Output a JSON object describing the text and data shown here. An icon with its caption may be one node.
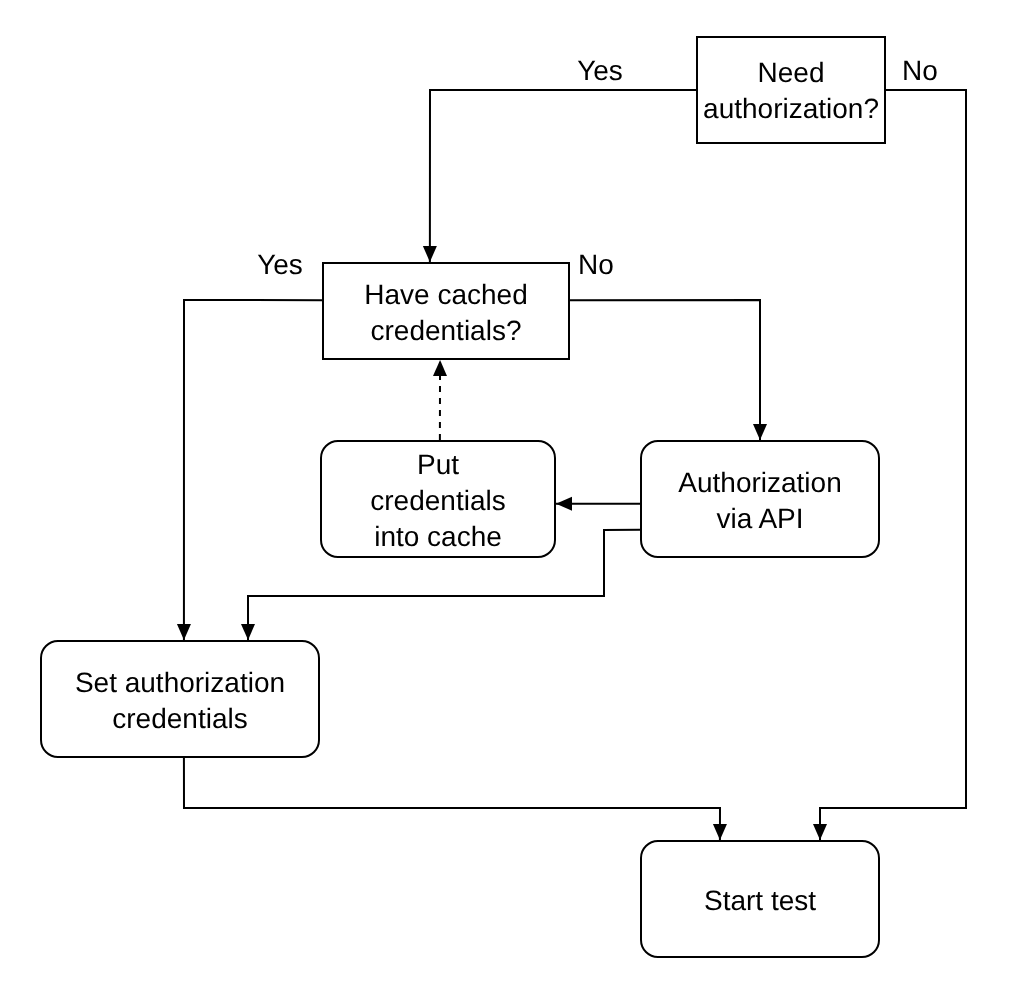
{
  "diagram": {
    "nodes": [
      {
        "text": [
          "Need authorization?"
        ]
      },
      {
        "text": [
          "Have cached credentials?"
        ]
      },
      {
        "text": [
          "Put credentials into cache"
        ]
      },
      {
        "text": [
          "Authorization via API"
        ]
      },
      {
        "text": [
          "Set authorization credentials"
        ]
      },
      {
        "text": [
          "Start test"
        ]
      }
    ],
    "edges": [
      {
        "from": 0,
        "to": 1,
        "arrow": "to",
        "label": "Yes"
      },
      {
        "from": 0,
        "to": 5,
        "arrow": "to",
        "label": "No"
      },
      {
        "from": 1,
        "to": 4,
        "arrow": "to",
        "label": "Yes"
      },
      {
        "from": 1,
        "to": 3,
        "arrow": "to",
        "label": "No"
      },
      {
        "from": 3,
        "to": 2,
        "arrow": "to"
      },
      {
        "from": 2,
        "to": 1,
        "arrow": "to",
        "style": "dashed"
      },
      {
        "from": 3,
        "to": 4,
        "arrow": "to"
      },
      {
        "from": 4,
        "to": 5,
        "arrow": "to"
      }
    ]
  }
}
